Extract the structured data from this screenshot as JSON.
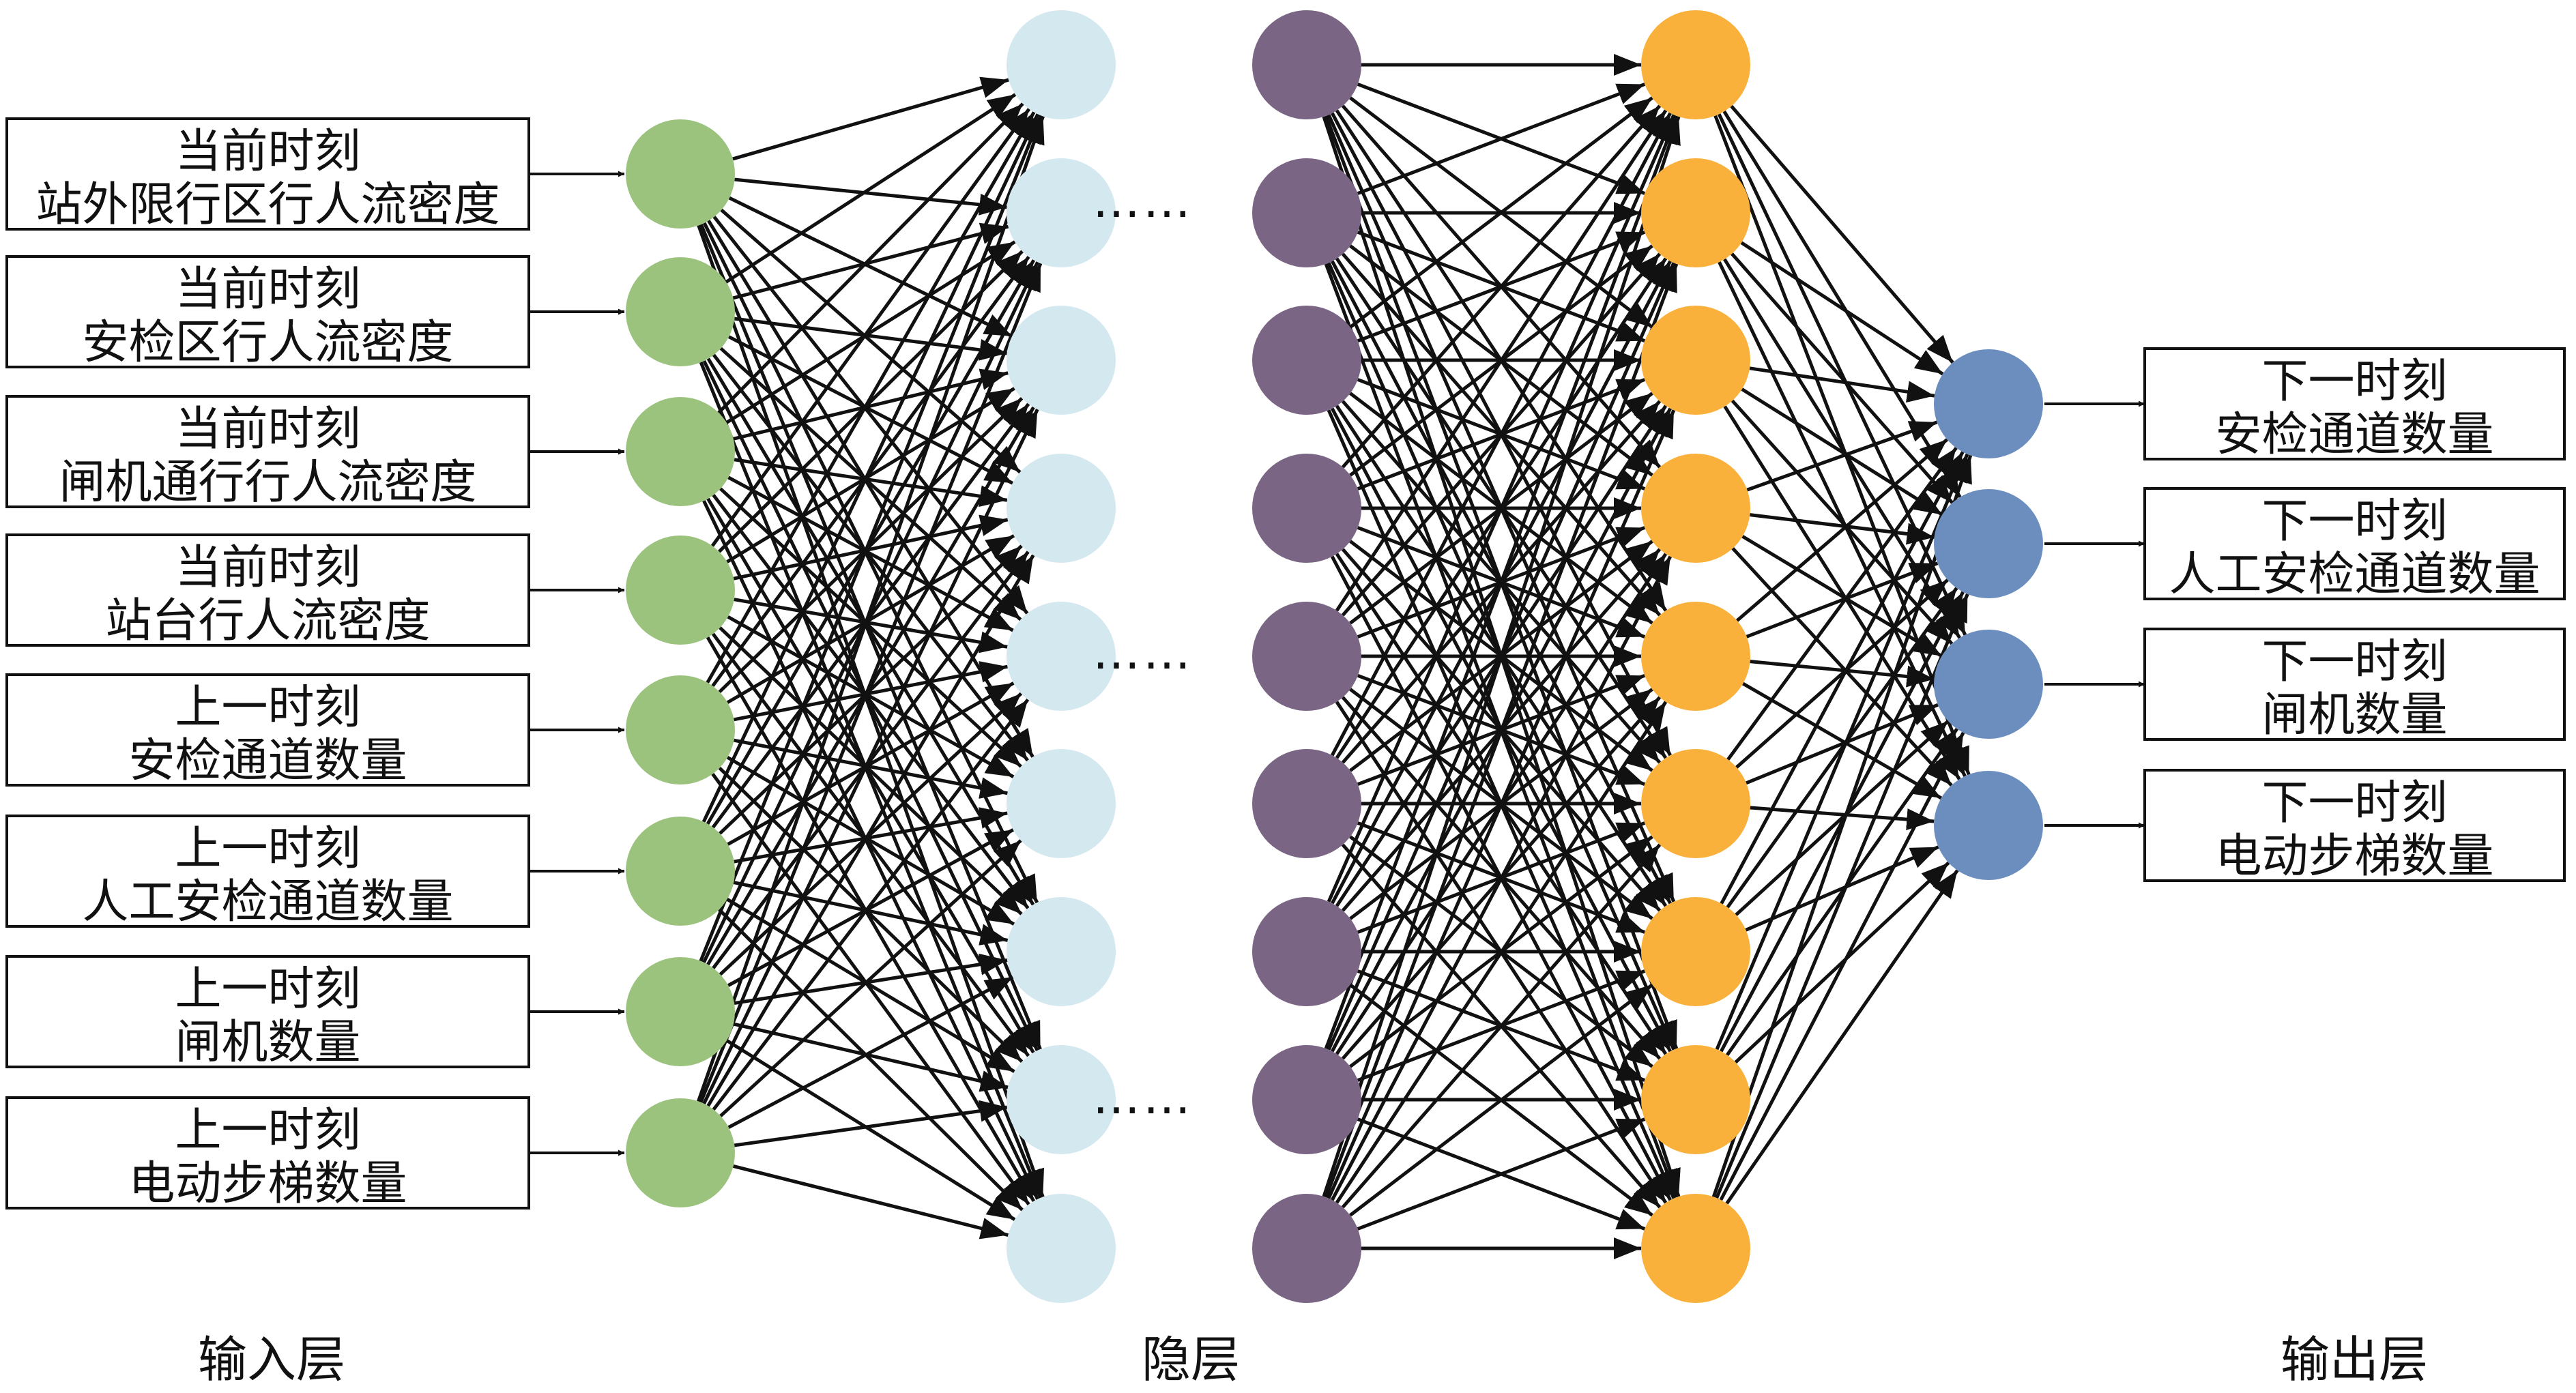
{
  "inputs": [
    {
      "line1": "当前时刻",
      "line2": "站外限行区行人流密度"
    },
    {
      "line1": "当前时刻",
      "line2": "安检区行人流密度"
    },
    {
      "line1": "当前时刻",
      "line2": "闸机通行行人流密度"
    },
    {
      "line1": "当前时刻",
      "line2": "站台行人流密度"
    },
    {
      "line1": "上一时刻",
      "line2": "安检通道数量"
    },
    {
      "line1": "上一时刻",
      "line2": "人工安检通道数量"
    },
    {
      "line1": "上一时刻",
      "line2": "闸机数量"
    },
    {
      "line1": "上一时刻",
      "line2": "电动步梯数量"
    }
  ],
  "outputs": [
    {
      "line1": "下一时刻",
      "line2": "安检通道数量"
    },
    {
      "line1": "下一时刻",
      "line2": "人工安检通道数量"
    },
    {
      "line1": "下一时刻",
      "line2": "闸机数量"
    },
    {
      "line1": "下一时刻",
      "line2": "电动步梯数量"
    }
  ],
  "layer_labels": {
    "input": "输入层",
    "hidden": "隐层",
    "output": "输出层"
  },
  "ellipsis": "……",
  "colors": {
    "input_node": "#9bc37d",
    "hidden_first": "#d4e8ef",
    "hidden_middle": "#7b6584",
    "hidden_last": "#f9b13c",
    "output_node": "#6b8ebf",
    "edge": "#111111"
  }
}
